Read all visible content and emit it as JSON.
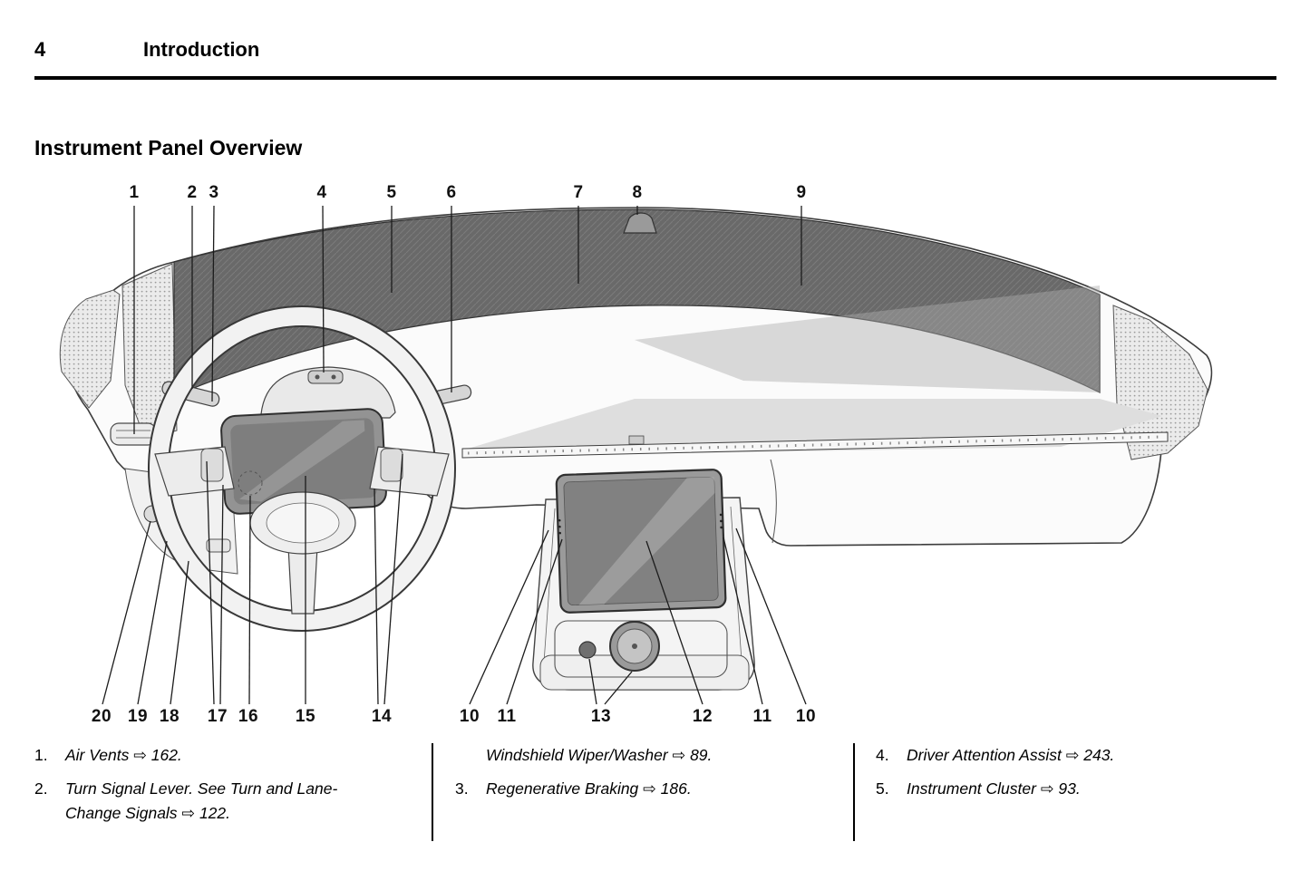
{
  "header": {
    "page_number": "4",
    "chapter_title": "Introduction"
  },
  "section": {
    "title": "Instrument Panel Overview"
  },
  "figure": {
    "top_callouts": [
      "1",
      "2",
      "3",
      "4",
      "5",
      "6",
      "7",
      "8",
      "9"
    ],
    "bottom_callouts": [
      "20",
      "19",
      "18",
      "17",
      "16",
      "15",
      "14",
      "10",
      "11",
      "13",
      "12",
      "11",
      "10"
    ]
  },
  "legend": {
    "col1": {
      "item1_num": "1.",
      "item1_text": "Air Vents ⇨ 162.",
      "item2_num": "2.",
      "item2_text": "Turn Signal Lever. See Turn and Lane-Change Signals ⇨ 122."
    },
    "col2": {
      "item1_num": "",
      "item1_text": "Windshield Wiper/Washer ⇨ 89.",
      "item2_num": "3.",
      "item2_text": "Regenerative Braking ⇨ 186."
    },
    "col3": {
      "item1_num": "4.",
      "item1_text": "Driver Attention Assist ⇨ 243.",
      "item2_num": "5.",
      "item2_text": "Instrument Cluster ⇨ 93."
    }
  },
  "colors": {
    "line_art": "#3c3c3c",
    "band_fill": "#6b6b6b",
    "screen_fill": "#8a8a8a"
  }
}
